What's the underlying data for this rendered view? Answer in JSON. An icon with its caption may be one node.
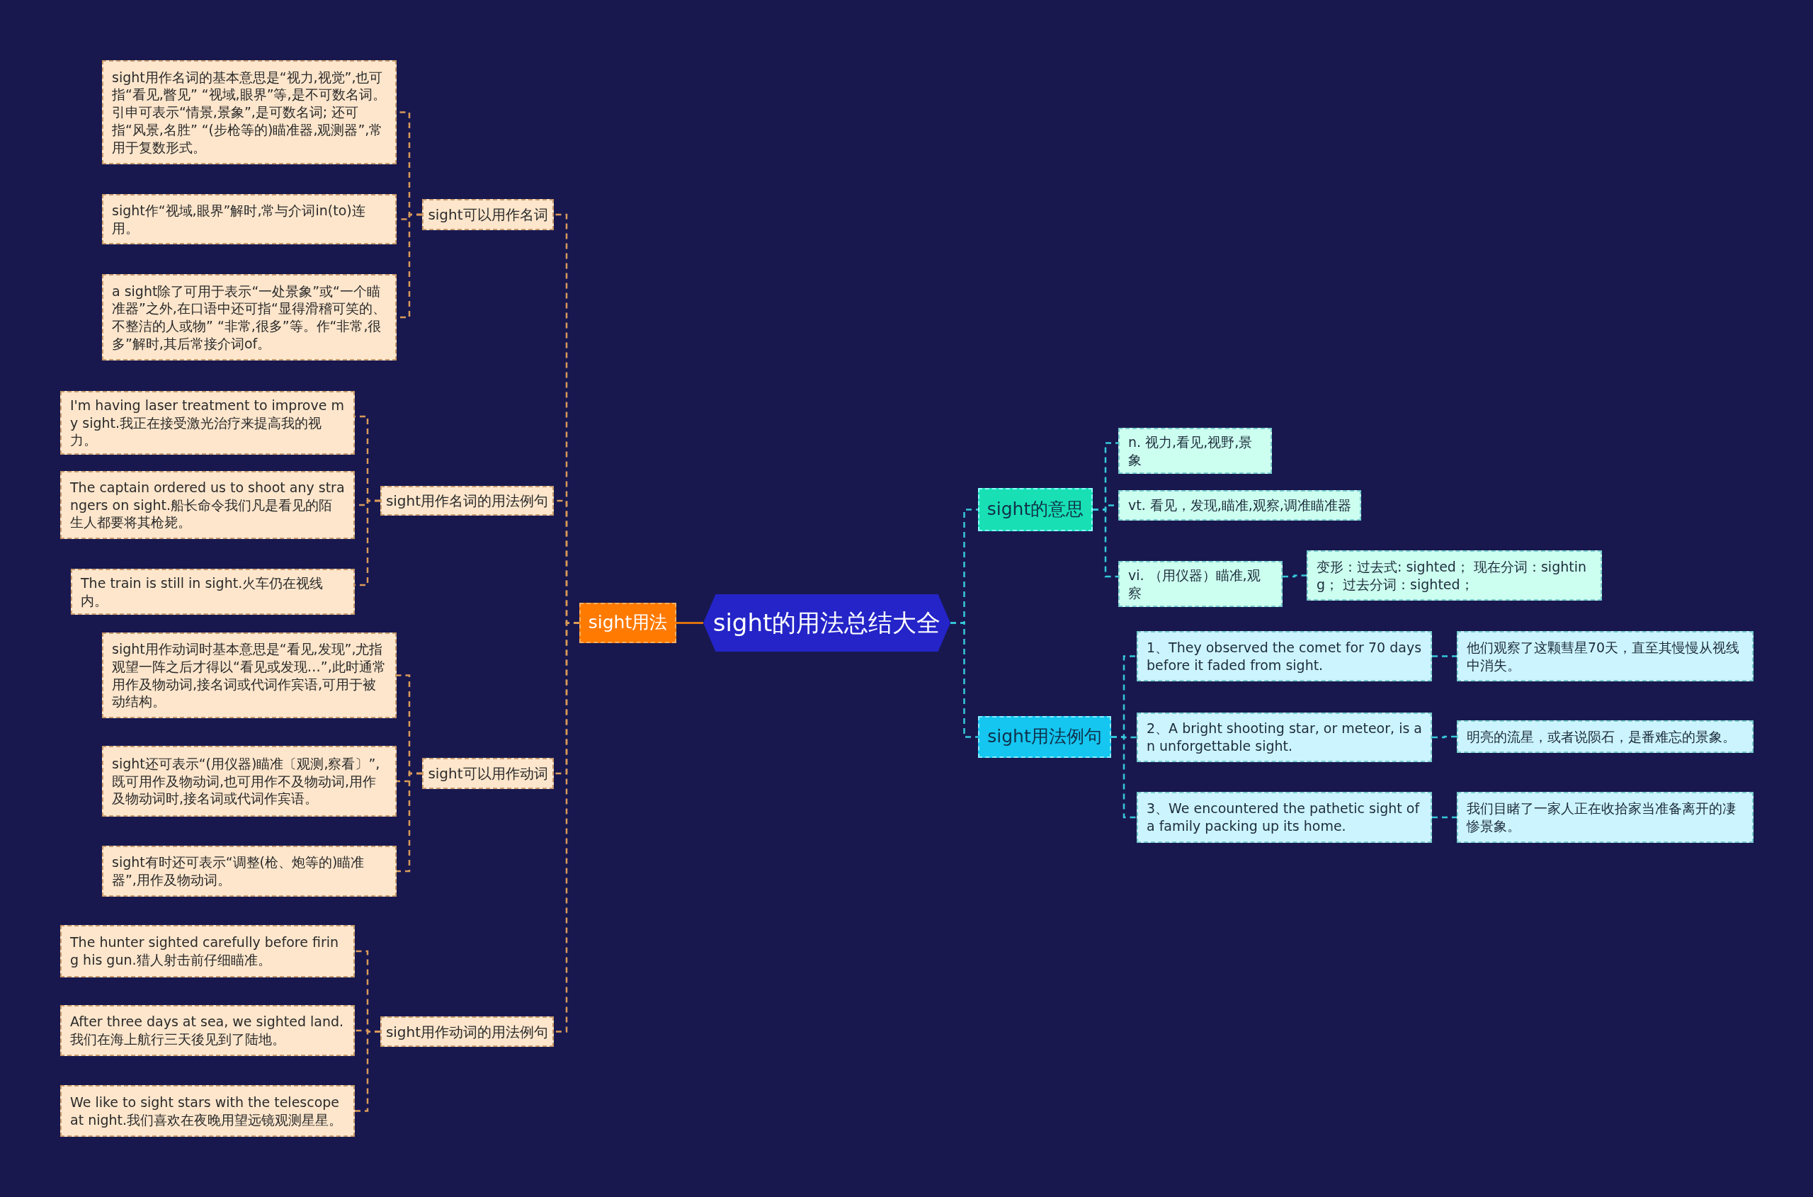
{
  "diagram": {
    "nodes": [
      {
        "text": [
          "sight的用法总结大全"
        ]
      },
      {
        "text": [
          "sight用法"
        ]
      },
      {
        "text": [
          "sight可以用作名词"
        ]
      },
      {
        "text": [
          "sight用作名词的基本意思是“视力,视觉”,也可指“看见,瞥见” “视域,眼界”等,是不可数名词。引申可表示“情景,景象”,是可数名词; 还可指“风景,名胜” “(步枪等的)瞄准器,观测器”,常用于复数形式。"
        ]
      },
      {
        "text": [
          "sight作“视域,眼界”解时,常与介词in(to)连用。"
        ]
      },
      {
        "text": [
          "a sight除了可用于表示“一处景象”或“一个瞄准器”之外,在口语中还可指“显得滑稽可笑的、不整洁的人或物” “非常,很多”等。作“非常,很多”解时,其后常接介词of。"
        ]
      },
      {
        "text": [
          "sight用作名词的用法例句"
        ]
      },
      {
        "text": [
          "I'm having laser treatment to improve my sight.我正在接受激光治疗来提高我的视力。"
        ]
      },
      {
        "text": [
          "The captain ordered us to shoot any strangers on sight.船长命令我们凡是看见的陌生人都要将其枪毙。"
        ]
      },
      {
        "text": [
          "The train is still in sight.火车仍在视线内。"
        ]
      },
      {
        "text": [
          "sight可以用作动词"
        ]
      },
      {
        "text": [
          "sight用作动词时基本意思是“看见,发现”,尤指观望一阵之后才得以“看见或发现…”,此时通常用作及物动词,接名词或代词作宾语,可用于被动结构。"
        ]
      },
      {
        "text": [
          "sight还可表示“(用仪器)瞄准〔观测,察看〕”,既可用作及物动词,也可用作不及物动词,用作及物动词时,接名词或代词作宾语。"
        ]
      },
      {
        "text": [
          "sight有时还可表示“调整(枪、炮等的)瞄准器”,用作及物动词。"
        ]
      },
      {
        "text": [
          "sight用作动词的用法例句"
        ]
      },
      {
        "text": [
          "The hunter sighted carefully before firing his gun.猎人射击前仔细瞄准。"
        ]
      },
      {
        "text": [
          "After three days at sea, we sighted land.我们在海上航行三天後见到了陆地。"
        ]
      },
      {
        "text": [
          "We like to sight stars with the telescope at night.我们喜欢在夜晚用望远镜观测星星。"
        ]
      },
      {
        "text": [
          "sight的意思"
        ]
      },
      {
        "text": [
          "n. 视力,看见,视野,景象"
        ]
      },
      {
        "text": [
          "vt. 看见，发现,瞄准,观察,调准瞄准器"
        ]
      },
      {
        "text": [
          "vi. （用仪器）瞄准,观察"
        ]
      },
      {
        "text": [
          "变形：过去式: sighted； 现在分词：sighting； 过去分词：sighted；"
        ]
      },
      {
        "text": [
          "sight用法例句"
        ]
      },
      {
        "text": [
          "1、They observed the comet for 70 days before it faded from sight."
        ]
      },
      {
        "text": [
          "他们观察了这颗彗星70天，直至其慢慢从视线中消失。"
        ]
      },
      {
        "text": [
          "2、A bright shooting star, or meteor, is an unforgettable sight."
        ]
      },
      {
        "text": [
          "明亮的流星，或者说陨石，是番难忘的景象。"
        ]
      },
      {
        "text": [
          "3、We encountered the pathetic sight of a family packing up its home."
        ]
      },
      {
        "text": [
          "我们目睹了一家人正在收拾家当准备离开的凄惨景象。"
        ]
      }
    ],
    "edges": [
      {
        "from": 0,
        "to": 1,
        "arrow": "none",
        "color": "#ff8000"
      },
      {
        "from": 1,
        "to": 2,
        "arrow": "none",
        "style": "dashed"
      },
      {
        "from": 1,
        "to": 6,
        "arrow": "none",
        "style": "dashed"
      },
      {
        "from": 1,
        "to": 10,
        "arrow": "none",
        "style": "dashed"
      },
      {
        "from": 1,
        "to": 14,
        "arrow": "none",
        "style": "dashed"
      },
      {
        "from": 2,
        "to": 3,
        "arrow": "none",
        "style": "dashed"
      },
      {
        "from": 2,
        "to": 4,
        "arrow": "none",
        "style": "dashed"
      },
      {
        "from": 2,
        "to": 5,
        "arrow": "none",
        "style": "dashed"
      },
      {
        "from": 6,
        "to": 7,
        "arrow": "none",
        "style": "dashed"
      },
      {
        "from": 6,
        "to": 8,
        "arrow": "none",
        "style": "dashed"
      },
      {
        "from": 6,
        "to": 9,
        "arrow": "none",
        "style": "dashed"
      },
      {
        "from": 10,
        "to": 11,
        "arrow": "none",
        "style": "dashed"
      },
      {
        "from": 10,
        "to": 12,
        "arrow": "none",
        "style": "dashed"
      },
      {
        "from": 10,
        "to": 13,
        "arrow": "none",
        "style": "dashed"
      },
      {
        "from": 14,
        "to": 15,
        "arrow": "none",
        "style": "dashed"
      },
      {
        "from": 14,
        "to": 16,
        "arrow": "none",
        "style": "dashed"
      },
      {
        "from": 14,
        "to": 17,
        "arrow": "none",
        "style": "dashed"
      },
      {
        "from": 0,
        "to": 18,
        "arrow": "none",
        "style": "dashed",
        "color": "#36c9d9"
      },
      {
        "from": 0,
        "to": 23,
        "arrow": "none",
        "style": "dashed",
        "color": "#36c9d9"
      },
      {
        "from": 18,
        "to": 19,
        "arrow": "none",
        "style": "dashed",
        "color": "#36c9d9"
      },
      {
        "from": 18,
        "to": 20,
        "arrow": "none",
        "style": "dashed",
        "color": "#36c9d9"
      },
      {
        "from": 18,
        "to": 21,
        "arrow": "none",
        "style": "dashed",
        "color": "#36c9d9"
      },
      {
        "from": 21,
        "to": 22,
        "arrow": "none",
        "style": "dashed",
        "color": "#36c9d9"
      },
      {
        "from": 23,
        "to": 24,
        "arrow": "none",
        "style": "dashed",
        "color": "#36c9d9"
      },
      {
        "from": 23,
        "to": 26,
        "arrow": "none",
        "style": "dashed",
        "color": "#36c9d9"
      },
      {
        "from": 23,
        "to": 28,
        "arrow": "none",
        "style": "dashed",
        "color": "#36c9d9"
      },
      {
        "from": 24,
        "to": 25,
        "arrow": "none",
        "style": "dashed",
        "color": "#36c9d9"
      },
      {
        "from": 26,
        "to": 27,
        "arrow": "none",
        "style": "dashed",
        "color": "#36c9d9"
      },
      {
        "from": 28,
        "to": 29,
        "arrow": "none",
        "style": "dashed",
        "color": "#36c9d9"
      }
    ]
  }
}
